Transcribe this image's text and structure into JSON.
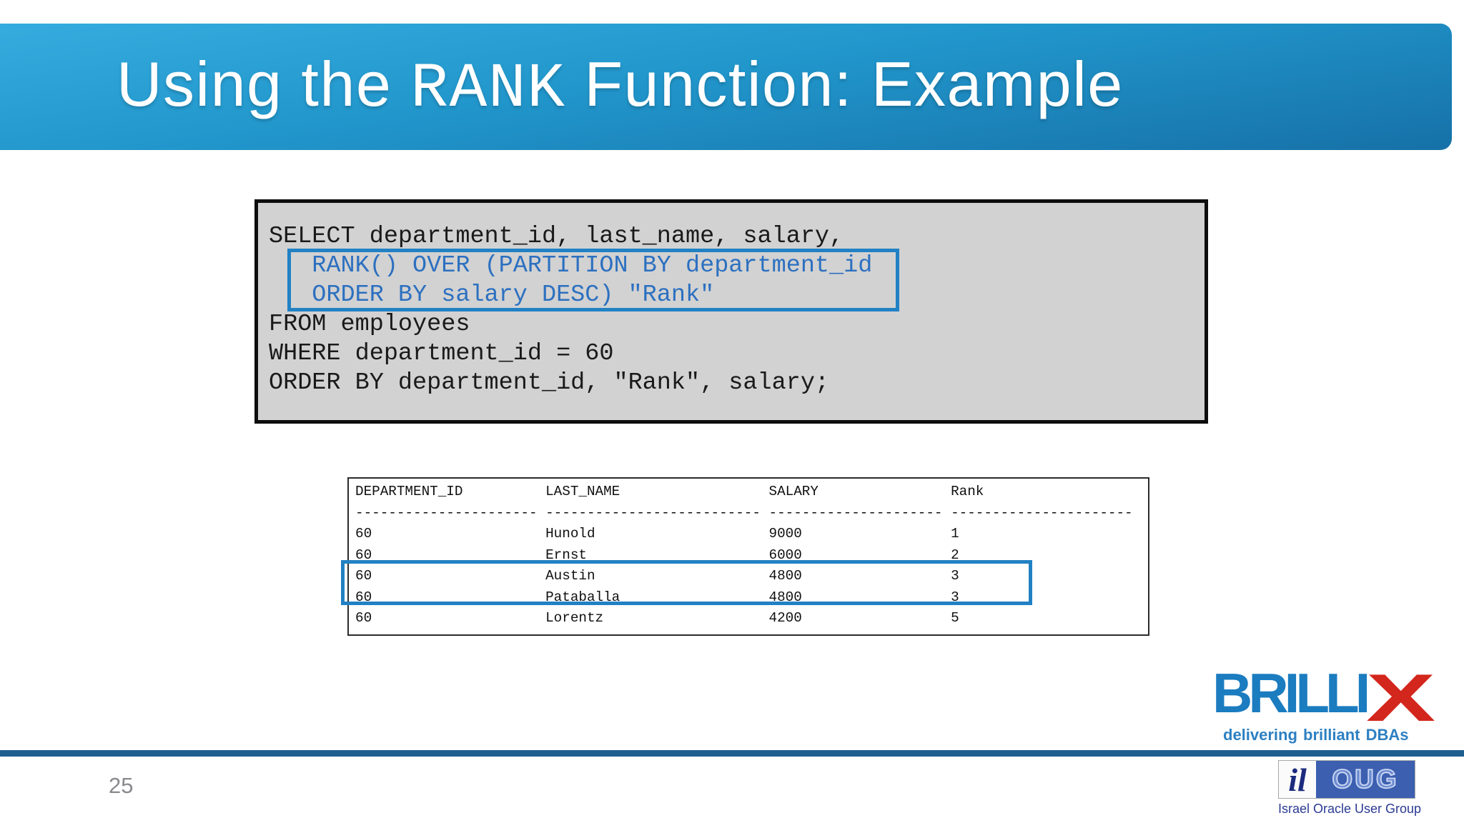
{
  "slide": {
    "title": {
      "prefix": "Using the ",
      "code": "RANK",
      "suffix": " Function: Example"
    },
    "page_number": "25"
  },
  "code_block": {
    "lines": [
      "SELECT department_id, last_name, salary,",
      "   RANK() OVER (PARTITION BY department_id",
      "   ORDER BY salary DESC) \"Rank\"",
      "FROM employees",
      "WHERE department_id = 60",
      "ORDER BY department_id, \"Rank\", salary;"
    ]
  },
  "result_table": {
    "columns": [
      "DEPARTMENT_ID",
      "LAST_NAME",
      "SALARY",
      "Rank"
    ],
    "dashes": [
      "----------------------",
      "--------------------------",
      "---------------------",
      "----------------------"
    ],
    "rows": [
      [
        "60",
        "Hunold",
        "9000",
        "1"
      ],
      [
        "60",
        "Ernst",
        "6000",
        "2"
      ],
      [
        "60",
        "Austin",
        "4800",
        "3"
      ],
      [
        "60",
        "Pataballa",
        "4800",
        "3"
      ],
      [
        "60",
        "Lorentz",
        "4200",
        "5"
      ]
    ],
    "highlighted_rows": [
      2,
      3
    ]
  },
  "logos": {
    "brillix": {
      "main": "BRILLI",
      "x": "X",
      "tagline": "delivering brilliant DBAs"
    },
    "iloug": {
      "il": "il",
      "oug": "OUG",
      "caption": "Israel Oracle User Group"
    }
  },
  "colors": {
    "accent_blue": "#2181c4",
    "header_top": "#35abde",
    "header_bottom": "#1671a8",
    "code_bg": "#d2d2d2",
    "code_text": "#1a1a1a",
    "code_blue": "#2c70c0",
    "footer_bar": "#1e5f8f",
    "brillix_blue": "#1b7cc0",
    "brillix_red": "#d3261c",
    "brillix_tagline": "#2d80c2",
    "iloug_blue": "#3c5fb0",
    "iloug_navy": "#1c2b7e",
    "iloug_caption": "#2b3a94"
  }
}
